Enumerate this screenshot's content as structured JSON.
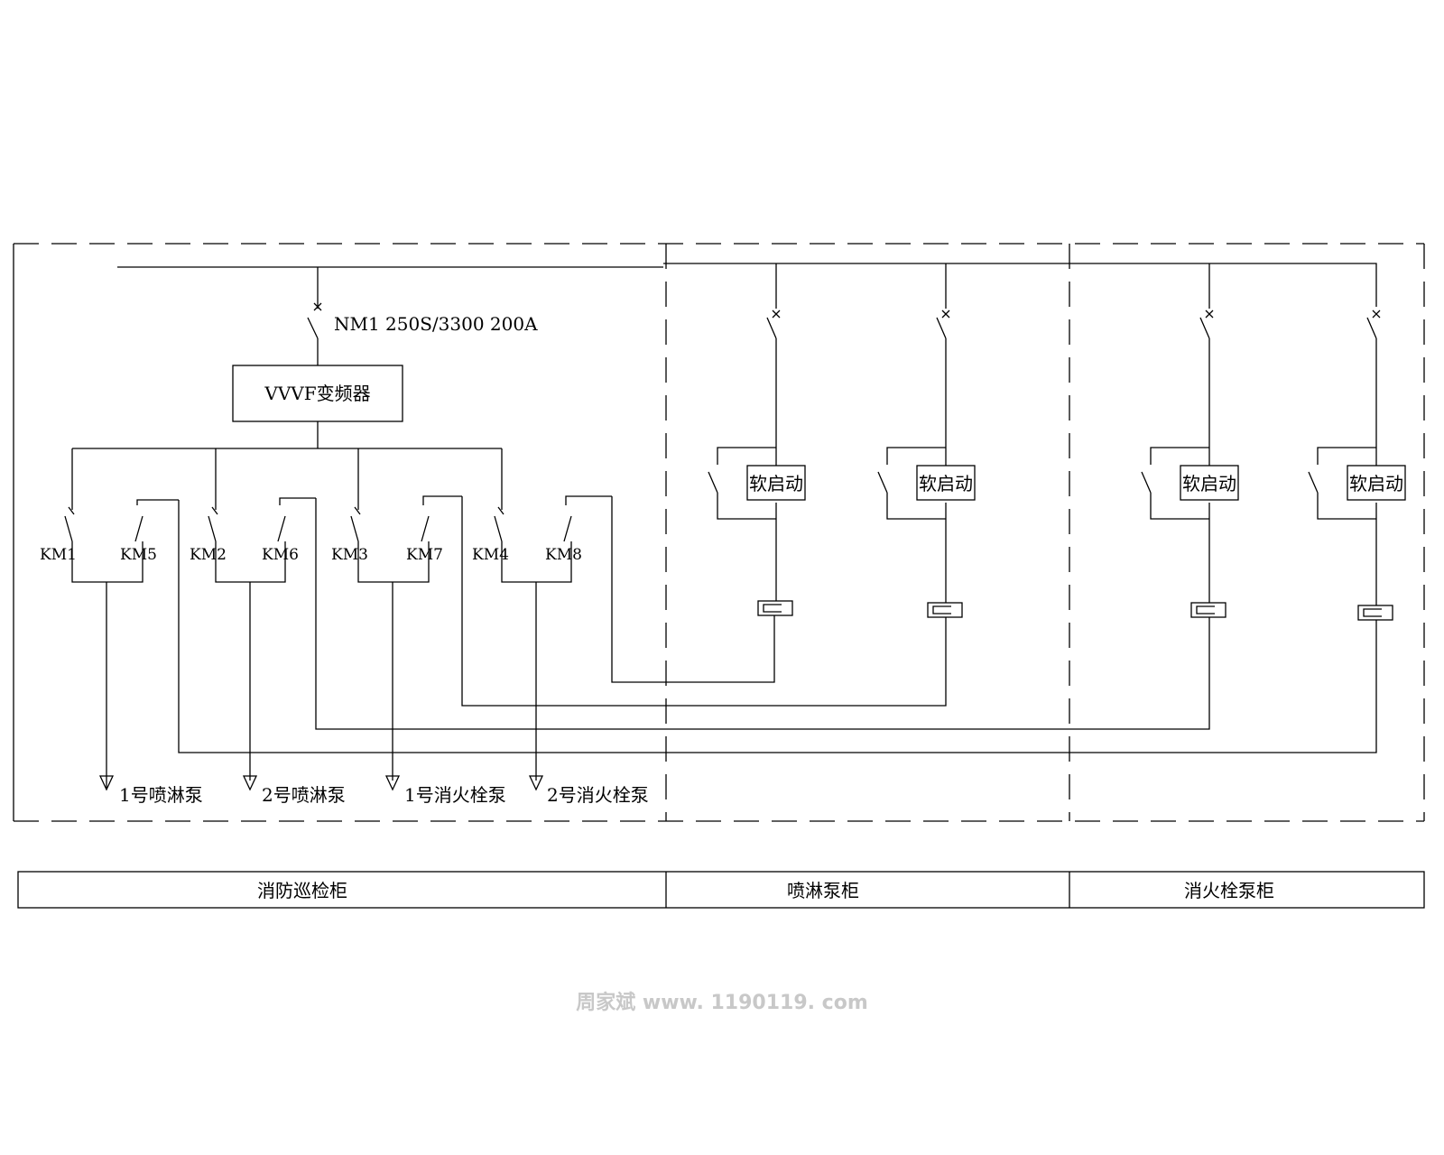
{
  "breaker_label": "NM1 250S/3300  200A",
  "vvvf_label": "VVVF变频器",
  "contactors": [
    "KM1",
    "KM5",
    "KM2",
    "KM6",
    "KM3",
    "KM7",
    "KM4",
    "KM8"
  ],
  "soft_start_label": "软启动",
  "pumps": [
    "1号喷淋泵",
    "2号喷淋泵",
    "1号消火栓泵",
    "2号消火栓泵"
  ],
  "cabinets": [
    "消防巡检柜",
    "喷淋泵柜",
    "消火栓泵柜"
  ],
  "watermark": "周家斌  www. 1190119. com"
}
